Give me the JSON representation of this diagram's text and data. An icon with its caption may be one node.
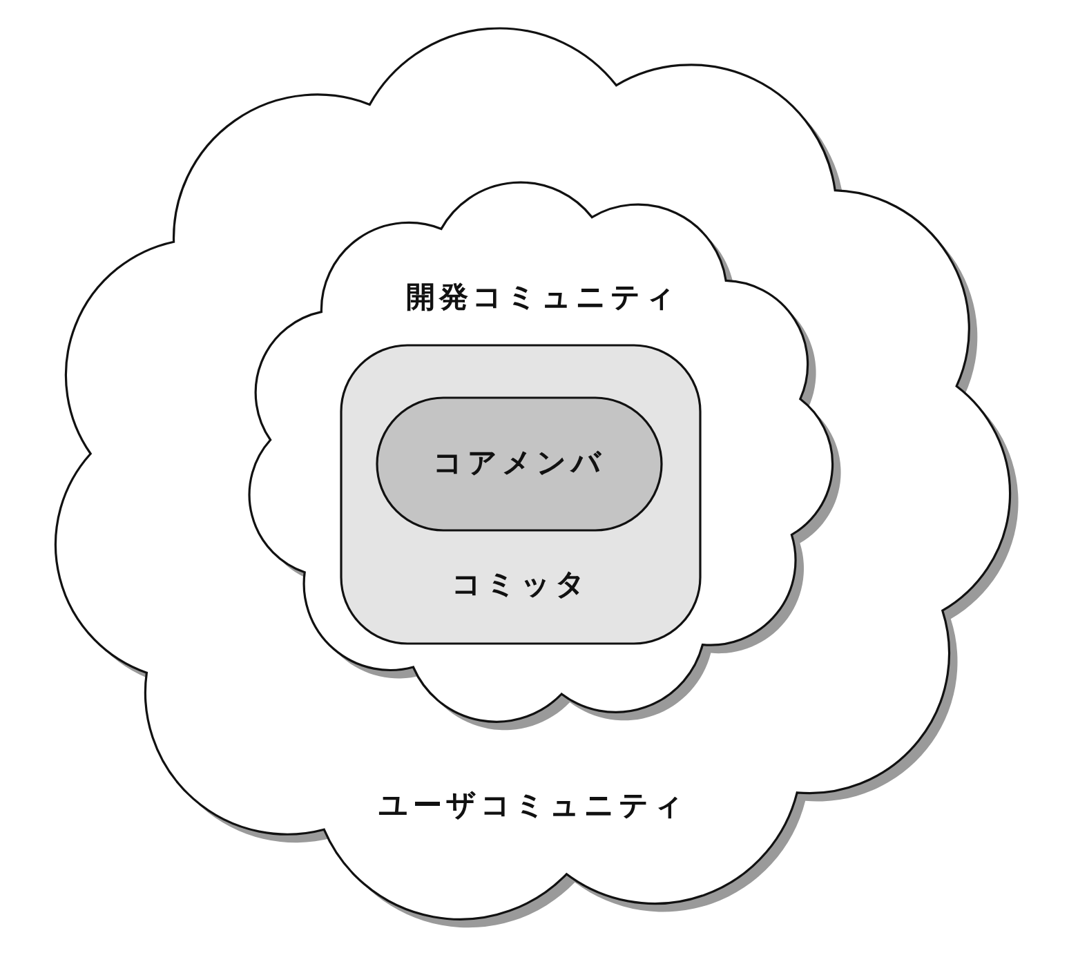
{
  "diagram": {
    "nodes": [
      {
        "text": [
          "ユーザコミュニティ"
        ]
      },
      {
        "text": [
          "開発コミュニティ"
        ],
        "in": 0
      },
      {
        "text": [
          "コミッタ"
        ],
        "in": 1
      },
      {
        "text": [
          "コアメンバ"
        ],
        "in": 2
      }
    ]
  }
}
